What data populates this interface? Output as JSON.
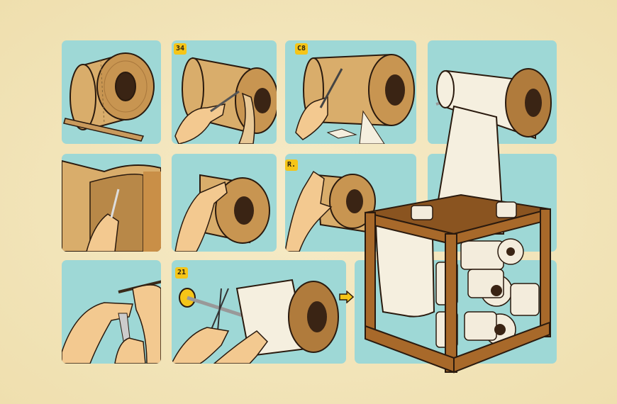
{
  "illustration": {
    "subject": "Step-by-step illustrated process of paper roll being cut and stored in a wooden crate",
    "colors": {
      "background": "#f3e6bd",
      "panel": "#9ed8d6",
      "badge": "#f5c518",
      "kraft_roll": "#d9ad6b",
      "tissue": "#f5efdf",
      "wood": "#a8692a",
      "outline": "#2a1a0e",
      "skin": "#f3c990"
    },
    "panels": [
      {
        "id": "p1",
        "badge": "",
        "description": "brown paper roll with a wooden stick"
      },
      {
        "id": "p2",
        "badge": "34",
        "description": "hand cutting strip from paper roll"
      },
      {
        "id": "p3",
        "badge": "C8",
        "description": "hand using scissors on paper roll"
      },
      {
        "id": "p4",
        "badge": "",
        "description": "white tissue roll mounted on holder"
      },
      {
        "id": "p5",
        "badge": "",
        "description": "hand cutting through large paper sheet with knife"
      },
      {
        "id": "p6",
        "badge": "",
        "description": "hand rolling brown paper roll"
      },
      {
        "id": "p7",
        "badge": "R.",
        "description": "hand gripping paper roll"
      },
      {
        "id": "p8",
        "badge": "",
        "description": "hands using pliers and pen"
      },
      {
        "id": "p9",
        "badge": "21",
        "description": "scissors on rod cutting tissue roll"
      },
      {
        "id": "p10",
        "badge": "",
        "description": "wooden crate filled with paper rolls"
      }
    ],
    "arrow": "right-arrow-icon"
  }
}
